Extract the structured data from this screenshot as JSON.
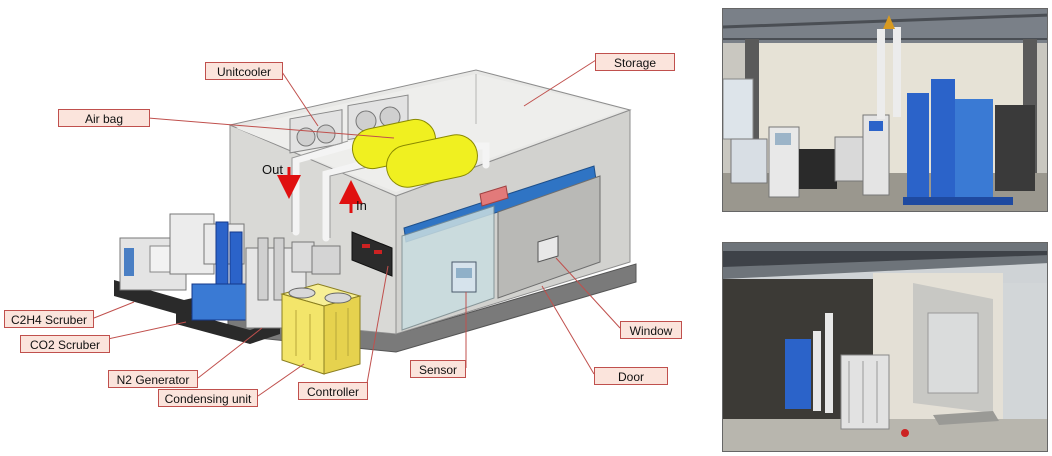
{
  "labels": {
    "unitcooler": "Unitcooler",
    "airbag": "Air bag",
    "storage": "Storage",
    "c2h4": "C2H4 Scruber",
    "co2": "CO2 Scruber",
    "n2": "N2 Generator",
    "condensing": "Condensing unit",
    "controller": "Controller",
    "sensor": "Sensor",
    "window": "Window",
    "door": "Door"
  },
  "flow": {
    "out": "Out",
    "in": "In"
  },
  "colors": {
    "label_fill": "#fbe4dc",
    "label_border": "#c0504d",
    "airbag": "#f0f020",
    "arrow": "#e01010",
    "rail": "#2f74c4",
    "condenser": "#f3e56a",
    "equipment_blue": "#2b63c9"
  },
  "icons": [
    "photo-indoor-equipment",
    "photo-storage-building"
  ]
}
